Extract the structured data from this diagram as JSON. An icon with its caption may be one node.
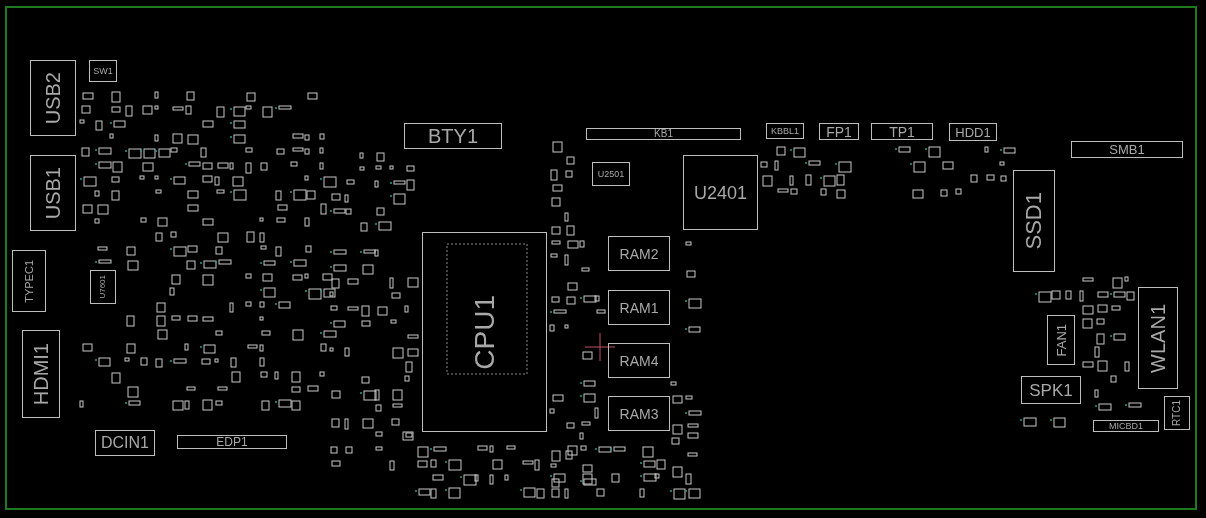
{
  "diagram": {
    "nodes": [
      {
        "text": [
          "USB2"
        ]
      },
      {
        "text": [
          "SW1"
        ]
      },
      {
        "text": [
          "BTY1"
        ]
      },
      {
        "text": [
          "KB1"
        ]
      },
      {
        "text": [
          "KBBL1"
        ]
      },
      {
        "text": [
          "FP1"
        ]
      },
      {
        "text": [
          "TP1"
        ]
      },
      {
        "text": [
          "HDD1"
        ]
      },
      {
        "text": [
          "SMB1"
        ]
      },
      {
        "text": [
          "U2501"
        ]
      },
      {
        "text": [
          "U2401"
        ]
      },
      {
        "text": [
          "USB1"
        ]
      },
      {
        "text": [
          "SSD1"
        ]
      },
      {
        "text": [
          "CPU1"
        ]
      },
      {
        "text": [
          "RAM2"
        ]
      },
      {
        "text": [
          "TYPEC1"
        ]
      },
      {
        "text": [
          "U7601"
        ]
      },
      {
        "text": [
          "RAM1"
        ]
      },
      {
        "text": [
          "WLAN1"
        ]
      },
      {
        "text": [
          "FAN1"
        ]
      },
      {
        "text": [
          "HDMI1"
        ]
      },
      {
        "text": [
          "RAM4"
        ]
      },
      {
        "text": [
          "SPK1"
        ]
      },
      {
        "text": [
          "RAM3"
        ]
      },
      {
        "text": [
          "RTC1"
        ]
      },
      {
        "text": [
          "MICBD1"
        ]
      },
      {
        "text": [
          "DCIN1"
        ]
      },
      {
        "text": [
          "EDP1"
        ]
      }
    ]
  }
}
